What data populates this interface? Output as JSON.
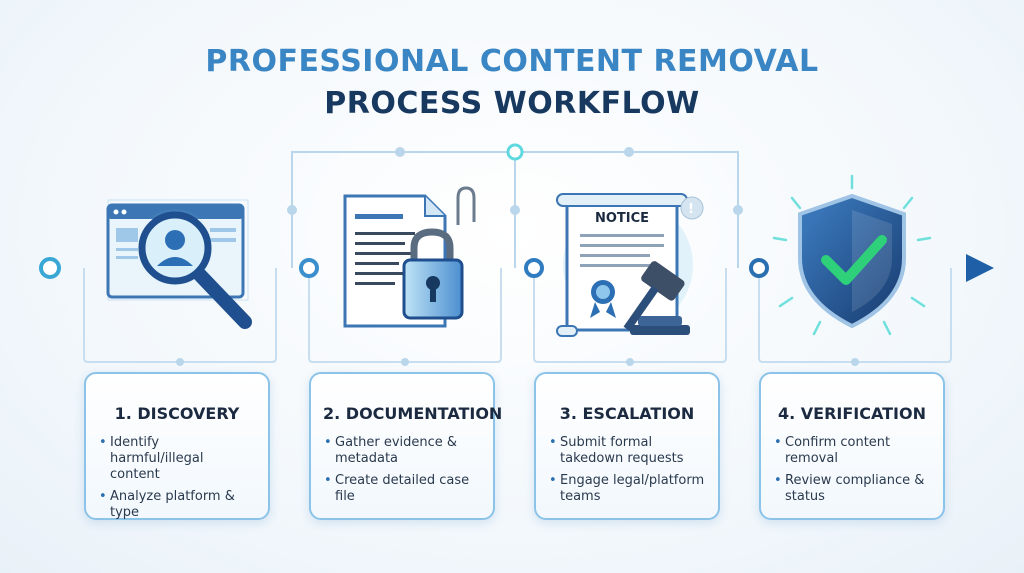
{
  "title": {
    "line1": "PROFESSIONAL CONTENT REMOVAL",
    "line2": "PROCESS WORKFLOW"
  },
  "colors": {
    "accent_blue": "#3a86c4",
    "navy": "#17385f",
    "timeline": "#2a6fb0",
    "cyan_glow": "#7fe6ea",
    "check_green": "#2fd07a",
    "card_border": "#8cc3e8"
  },
  "steps": [
    {
      "title": "1. DISCOVERY",
      "icon": "magnifier-user-icon",
      "bullets": [
        "Identify harmful/illegal content",
        "Analyze platform & type"
      ]
    },
    {
      "title": "2. DOCUMENTATION",
      "icon": "document-lock-icon",
      "bullets": [
        "Gather evidence & metadata",
        "Create detailed case file"
      ]
    },
    {
      "title": "3. ESCALATION",
      "icon": "notice-gavel-icon",
      "notice_label": "NOTICE",
      "bullets": [
        "Submit formal takedown requests",
        "Engage legal/platform teams"
      ]
    },
    {
      "title": "4. VERIFICATION",
      "icon": "shield-check-icon",
      "bullets": [
        "Confirm content removal",
        "Review compliance & status"
      ]
    }
  ]
}
